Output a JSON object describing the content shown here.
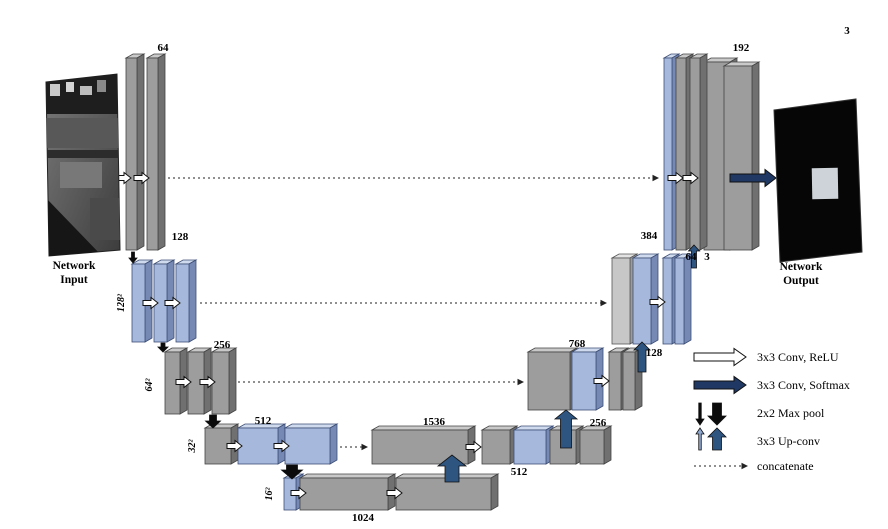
{
  "diagram_type": "u-net-architecture",
  "io": {
    "input_line1": "Network",
    "input_line2": "Input",
    "output_line1": "Network",
    "output_line2": "Output"
  },
  "channels": {
    "enc_l1": "64",
    "enc_l2": "128",
    "enc_l3": "256",
    "enc_l4": "512",
    "bottleneck": "1024",
    "dec_l4_concat": "1536",
    "dec_l4_conv": "512",
    "dec_l4_out": "256",
    "dec_l3_concat": "768",
    "dec_l3_out": "128",
    "dec_l2_concat": "384",
    "dec_l2_conv": "64",
    "dec_l2_out": "3",
    "dec_l1_concat": "192",
    "output": "3"
  },
  "sizes": {
    "l2": "128²",
    "l3": "64²",
    "l4": "32²",
    "l5": "16²"
  },
  "legend": {
    "conv_relu": "3x3 Conv, ReLU",
    "conv_softmax": "3x3 Conv, Softmax",
    "max_pool": "2x2 Max pool",
    "up_conv": "3x3 Up-conv",
    "concatenate": "concatenate"
  },
  "colors": {
    "box": {
      "gray": {
        "front": "#9d9d9d",
        "top": "#c9c9c9",
        "side": "#707070",
        "stroke": "#444444"
      },
      "blue": {
        "front": "#a6b9dc",
        "top": "#cfdaee",
        "side": "#7589b4",
        "stroke": "#3e4f76"
      },
      "lgray": {
        "front": "#c7c7c7",
        "top": "#e3e3e3",
        "side": "#9b9b9b",
        "stroke": "#555555"
      }
    },
    "arrow": {
      "white": "#ffffff",
      "softmax": "#1f3864",
      "black": "#0b0b0b",
      "upconv": "#2e5480",
      "upconv_light": "#8fa8d0",
      "outline": "#111111"
    }
  }
}
